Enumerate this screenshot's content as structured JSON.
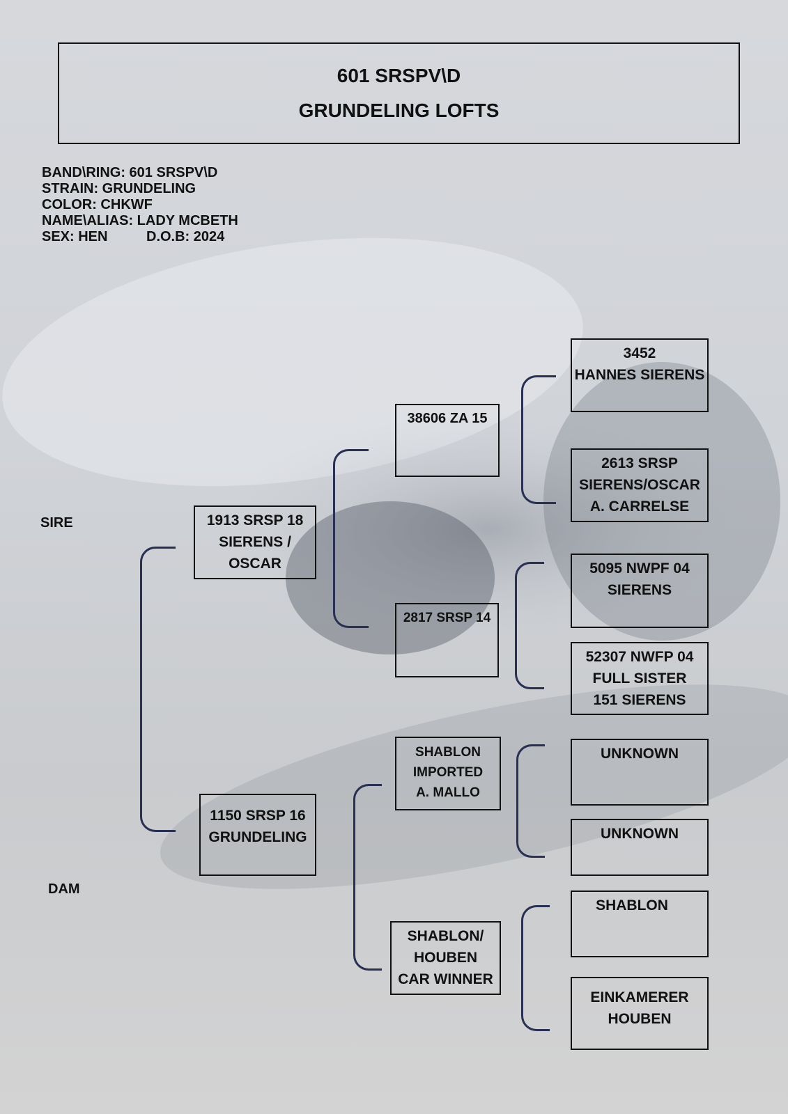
{
  "header": {
    "line1": "601 SRSPV\\D",
    "line2": "GRUNDELING LOFTS"
  },
  "info": {
    "band": "BAND\\RING: 601 SRSPV\\D",
    "strain": "STRAIN: GRUNDELING",
    "color": "COLOR: CHKWF",
    "name": "NAME\\ALIAS: LADY MCBETH",
    "sex": "SEX: HEN",
    "dob": "D.O.B: 2024"
  },
  "labels": {
    "sire": "SIRE",
    "dam": "DAM"
  },
  "parents": {
    "sire": [
      "1913 SRSP 18",
      "SIERENS /",
      "OSCAR"
    ],
    "dam": [
      "1150 SRSP 16",
      "GRUNDELING"
    ]
  },
  "grandparents": {
    "sire_sire": [
      "38606 ZA 15"
    ],
    "sire_dam": [
      "2817 SRSP 14"
    ],
    "dam_sire": [
      "SHABLON",
      "IMPORTED",
      "A. MALLO"
    ],
    "dam_dam": [
      "SHABLON/",
      "HOUBEN",
      "CAR WINNER"
    ]
  },
  "great_grandparents": [
    [
      "3452",
      "HANNES SIERENS"
    ],
    [
      "2613 SRSP",
      "SIERENS/OSCAR",
      "A. CARRELSE"
    ],
    [
      "5095 NWPF 04",
      "SIERENS"
    ],
    [
      "52307 NWFP 04",
      "FULL SISTER",
      "151 SIERENS"
    ],
    [
      "UNKNOWN"
    ],
    [
      "UNKNOWN"
    ],
    [
      "SHABLON"
    ],
    [
      "EINKAMERER",
      "HOUBEN"
    ]
  ],
  "colors": {
    "bracket": "#2a3052",
    "border": "#111111"
  }
}
